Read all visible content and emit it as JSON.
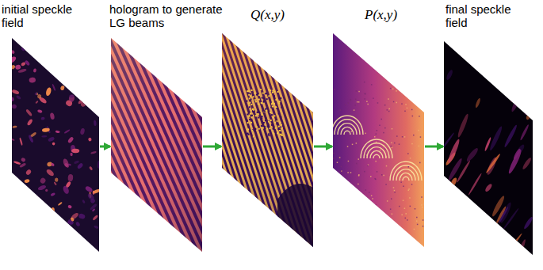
{
  "diagram": {
    "nodes": [
      {
        "text": [
          "initial speckle field"
        ]
      },
      {
        "text": [
          "hologram to generate LG beams"
        ]
      },
      {
        "text": [
          "Q(x,y)"
        ]
      },
      {
        "text": [
          "P(x,y)"
        ]
      },
      {
        "text": [
          "final speckle field"
        ]
      }
    ],
    "edges": [
      {
        "from": 0,
        "to": 1,
        "arrow": "to"
      },
      {
        "from": 1,
        "to": 2,
        "arrow": "to"
      },
      {
        "from": 2,
        "to": 3,
        "arrow": "to"
      },
      {
        "from": 3,
        "to": 4,
        "arrow": "to"
      }
    ]
  }
}
